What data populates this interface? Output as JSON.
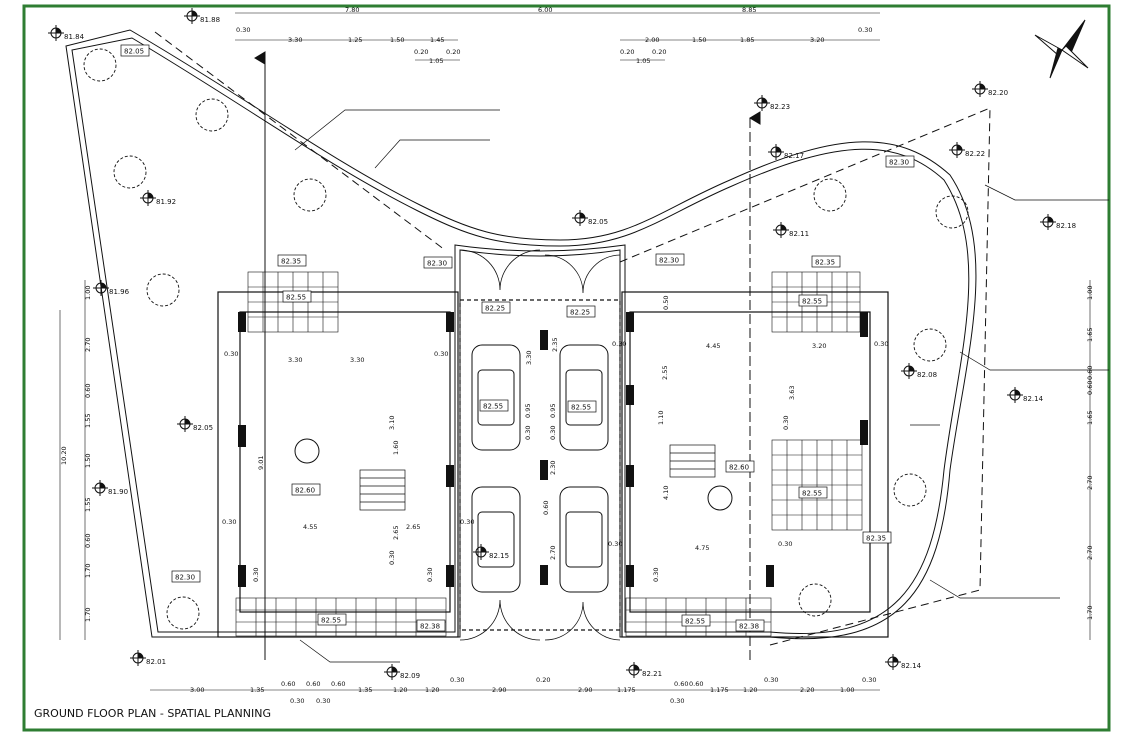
{
  "drawing": {
    "title": "GROUND FLOOR PLAN - SPATIAL PLANNING",
    "frame_color": "#2e7d32",
    "line_color": "#111111"
  },
  "dimensions": {
    "top_row1": [
      "7.80",
      "6.00",
      "8.85"
    ],
    "top_row2_left": [
      "0.30",
      "3.30",
      "1.25",
      "1.50",
      "1.45"
    ],
    "top_row2_right": [
      "2.00",
      "1.50",
      "1.85",
      "3.20",
      "0.30"
    ],
    "top_row3_left": [
      "0.20",
      "0.20",
      "1.05"
    ],
    "top_row3_right": [
      "0.20",
      "0.20",
      "1.05"
    ],
    "bottom_row": [
      "3.00",
      "1.35",
      "0.60",
      "0.60",
      "0.60",
      "1.35",
      "1.20",
      "1.20",
      "0.30",
      "2.90",
      "0.20",
      "2.90",
      "1.175",
      "0.60",
      "0.60",
      "1.175",
      "1.20",
      "0.30",
      "2.20",
      "1.00",
      "0.30"
    ],
    "bottom_sub": [
      "0.30",
      "0.30",
      "0.30"
    ],
    "left_col_outer": "10.20",
    "left_col_inner": [
      "1.00",
      "2.70",
      "0.60",
      "1.55",
      "1.50",
      "1.55",
      "0.60",
      "1.70",
      "1.70"
    ],
    "right_col": [
      "1.00",
      "1.65",
      "0.60",
      "0.60",
      "1.65",
      "2.70",
      "2.70",
      "1.70"
    ],
    "interior_left": [
      "0.30",
      "3.30",
      "3.30",
      "0.30",
      "0.30",
      "4.55",
      "2.65",
      "0.30",
      "9.01",
      "3.10",
      "1.60",
      "2.65",
      "0.30",
      "0.30",
      "0.30"
    ],
    "interior_right": [
      "0.30",
      "4.45",
      "3.20",
      "0.30",
      "0.30",
      "4.75",
      "0.30",
      "3.63",
      "2.55",
      "1.10",
      "4.10",
      "0.30",
      "0.30",
      "0.50"
    ],
    "garage": [
      "3.30",
      "2.35",
      "0.95",
      "0.95",
      "0.30",
      "0.30",
      "2.30",
      "2.70",
      "0.60"
    ]
  },
  "levels": [
    {
      "label": "81.84"
    },
    {
      "label": "81.88"
    },
    {
      "label": "81.92"
    },
    {
      "label": "81.96"
    },
    {
      "label": "82.05"
    },
    {
      "label": "81.90"
    },
    {
      "label": "82.01"
    },
    {
      "label": "82.09"
    },
    {
      "label": "82.15"
    },
    {
      "label": "82.05"
    },
    {
      "label": "82.23"
    },
    {
      "label": "82.17"
    },
    {
      "label": "82.11"
    },
    {
      "label": "82.20"
    },
    {
      "label": "82.22"
    },
    {
      "label": "82.18"
    },
    {
      "label": "82.08"
    },
    {
      "label": "82.14"
    },
    {
      "label": "82.21"
    },
    {
      "label": "82.14"
    }
  ],
  "tags": [
    {
      "label": "82.05"
    },
    {
      "label": "82.35"
    },
    {
      "label": "82.30"
    },
    {
      "label": "82.55"
    },
    {
      "label": "82.60"
    },
    {
      "label": "82.30"
    },
    {
      "label": "82.55"
    },
    {
      "label": "82.38"
    },
    {
      "label": "82.25"
    },
    {
      "label": "82.25"
    },
    {
      "label": "82.55"
    },
    {
      "label": "82.55"
    },
    {
      "label": "82.30"
    },
    {
      "label": "82.35"
    },
    {
      "label": "82.55"
    },
    {
      "label": "82.60"
    },
    {
      "label": "82.55"
    },
    {
      "label": "82.35"
    },
    {
      "label": "82.55"
    },
    {
      "label": "82.38"
    },
    {
      "label": "82.30"
    }
  ]
}
